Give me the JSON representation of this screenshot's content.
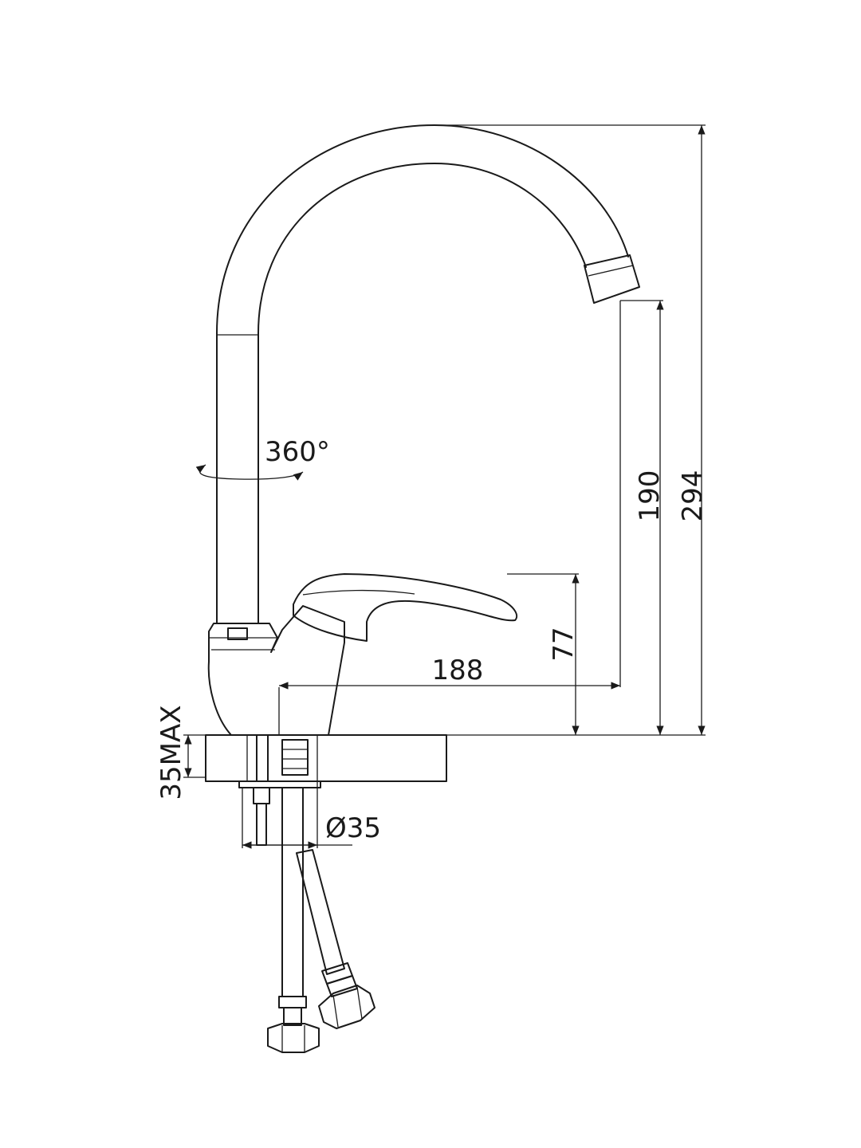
{
  "drawing": {
    "rotation_label": "360°",
    "dim_height_total": "294",
    "dim_spout_height": "190",
    "dim_handle_height": "77",
    "dim_reach": "188",
    "dim_deck_thickness": "35MAX",
    "dim_diameter": "Ø35"
  },
  "colors": {
    "line": "#1a1a1a",
    "background": "#ffffff"
  }
}
